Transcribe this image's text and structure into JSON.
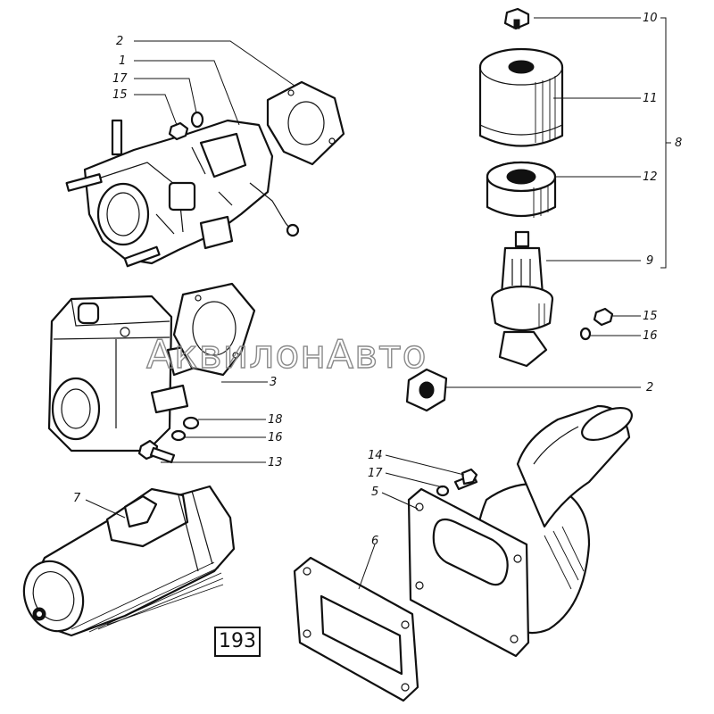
{
  "figure_number": "193",
  "watermark": "АквилонАвто",
  "callouts": {
    "c1": "1",
    "c2a": "2",
    "c2b": "2",
    "c3": "3",
    "c5": "5",
    "c6": "6",
    "c7": "7",
    "c8": "8",
    "c9": "9",
    "c10": "10",
    "c11": "11",
    "c12": "12",
    "c13": "13",
    "c14": "14",
    "c15a": "15",
    "c15b": "15",
    "c16a": "16",
    "c16b": "16",
    "c17a": "17",
    "c17b": "17",
    "c18": "18"
  },
  "parts": [
    "carburetor",
    "flange-gasket",
    "fuel-pump",
    "pump-gasket",
    "starter-motor",
    "intake-pipe",
    "pipe-gasket",
    "air-filter-cap",
    "filter-housing",
    "filter-element",
    "filter-body",
    "nut",
    "washer",
    "bolt"
  ]
}
